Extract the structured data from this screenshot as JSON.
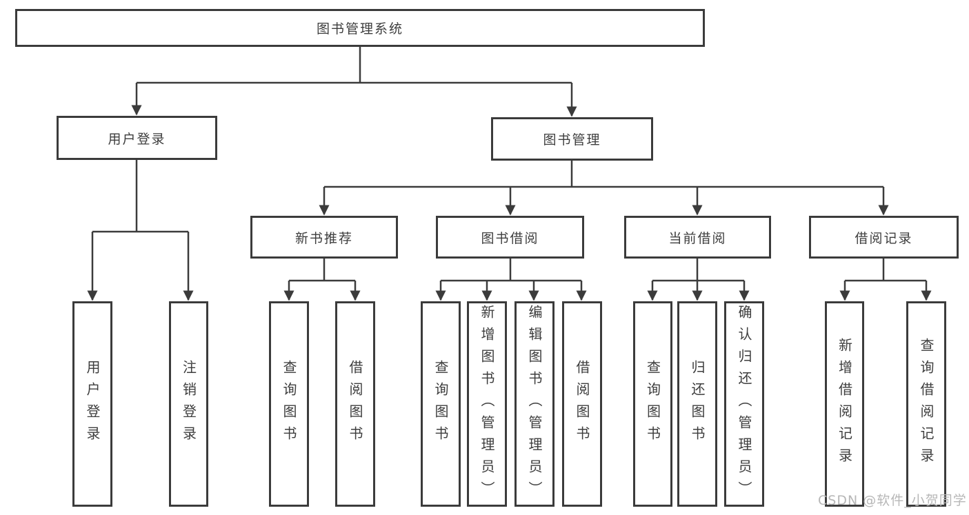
{
  "tree": {
    "root": {
      "label": "图书管理系统"
    },
    "branches": [
      {
        "label": "用户登录",
        "children": [
          "用户登录",
          "注销登录"
        ]
      },
      {
        "label": "图书管理",
        "sections": [
          {
            "label": "新书推荐",
            "children": [
              "查询图书",
              "借阅图书"
            ]
          },
          {
            "label": "图书借阅",
            "children": [
              "查询图书",
              "新增图书（管理员）",
              "编辑图书（管理员）",
              "借阅图书"
            ]
          },
          {
            "label": "当前借阅",
            "children": [
              "查询图书",
              "归还图书",
              "确认归还（管理员）"
            ]
          },
          {
            "label": "借阅记录",
            "children": [
              "新增借阅记录",
              "查询借阅记录"
            ]
          }
        ]
      }
    ]
  },
  "watermark": {
    "text": "CSDN @软件_小贺同学"
  },
  "colors": {
    "line": "#3b3b3b",
    "text": "#3d3d3d",
    "box_background": "#ffffff",
    "watermark": "#b7b7b7"
  }
}
